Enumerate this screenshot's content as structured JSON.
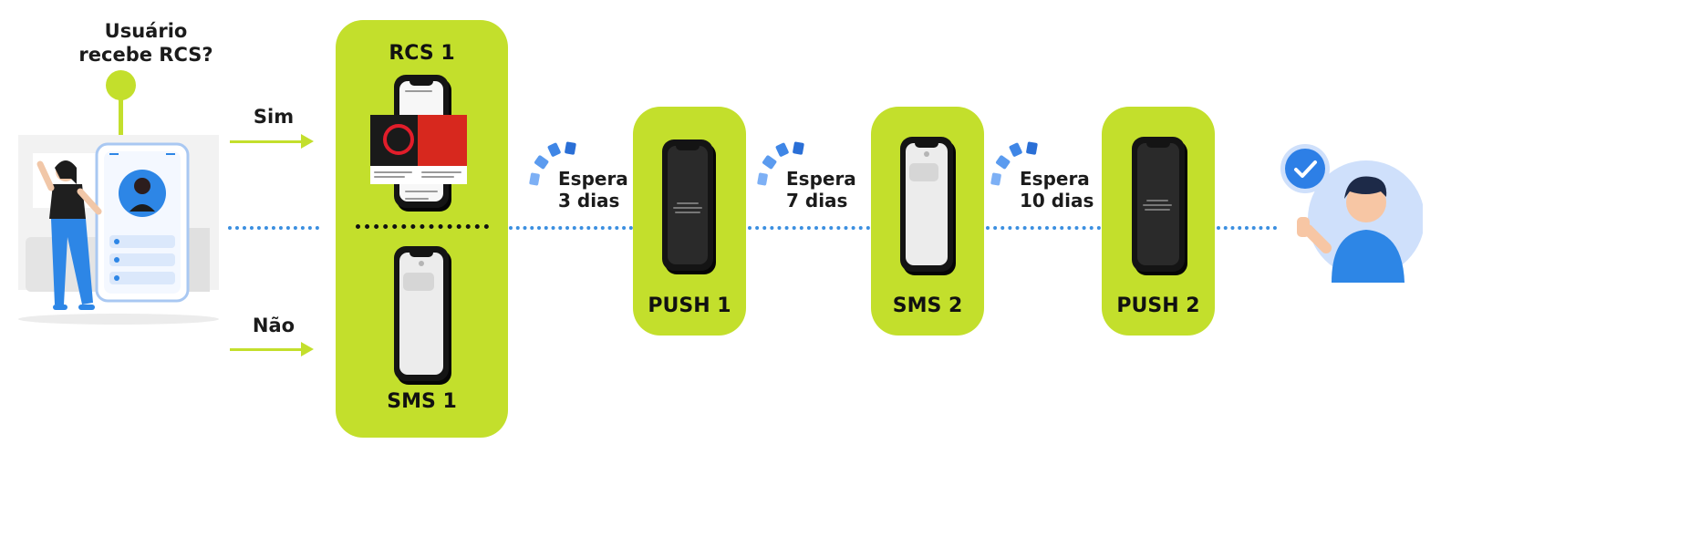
{
  "question": {
    "line1": "Usuário",
    "line2": "recebe RCS?"
  },
  "branches": {
    "yes": "Sim",
    "no": "Não"
  },
  "steps": {
    "rcs1": "RCS 1",
    "sms1": "SMS 1",
    "push1": "PUSH 1",
    "sms2": "SMS 2",
    "push2": "PUSH 2"
  },
  "waits": [
    {
      "word": "Espera",
      "days": "3 dias"
    },
    {
      "word": "Espera",
      "days": "7 dias"
    },
    {
      "word": "Espera",
      "days": "10 dias"
    }
  ],
  "colors": {
    "accent": "#c3df2c",
    "connector": "#3b8fe0",
    "wait_icon": "#2a6fd6"
  },
  "icons": [
    "woman-with-phone-illustration",
    "hourglass-wait-icon",
    "checkmark-badge-icon",
    "man-thumbs-up-illustration"
  ]
}
